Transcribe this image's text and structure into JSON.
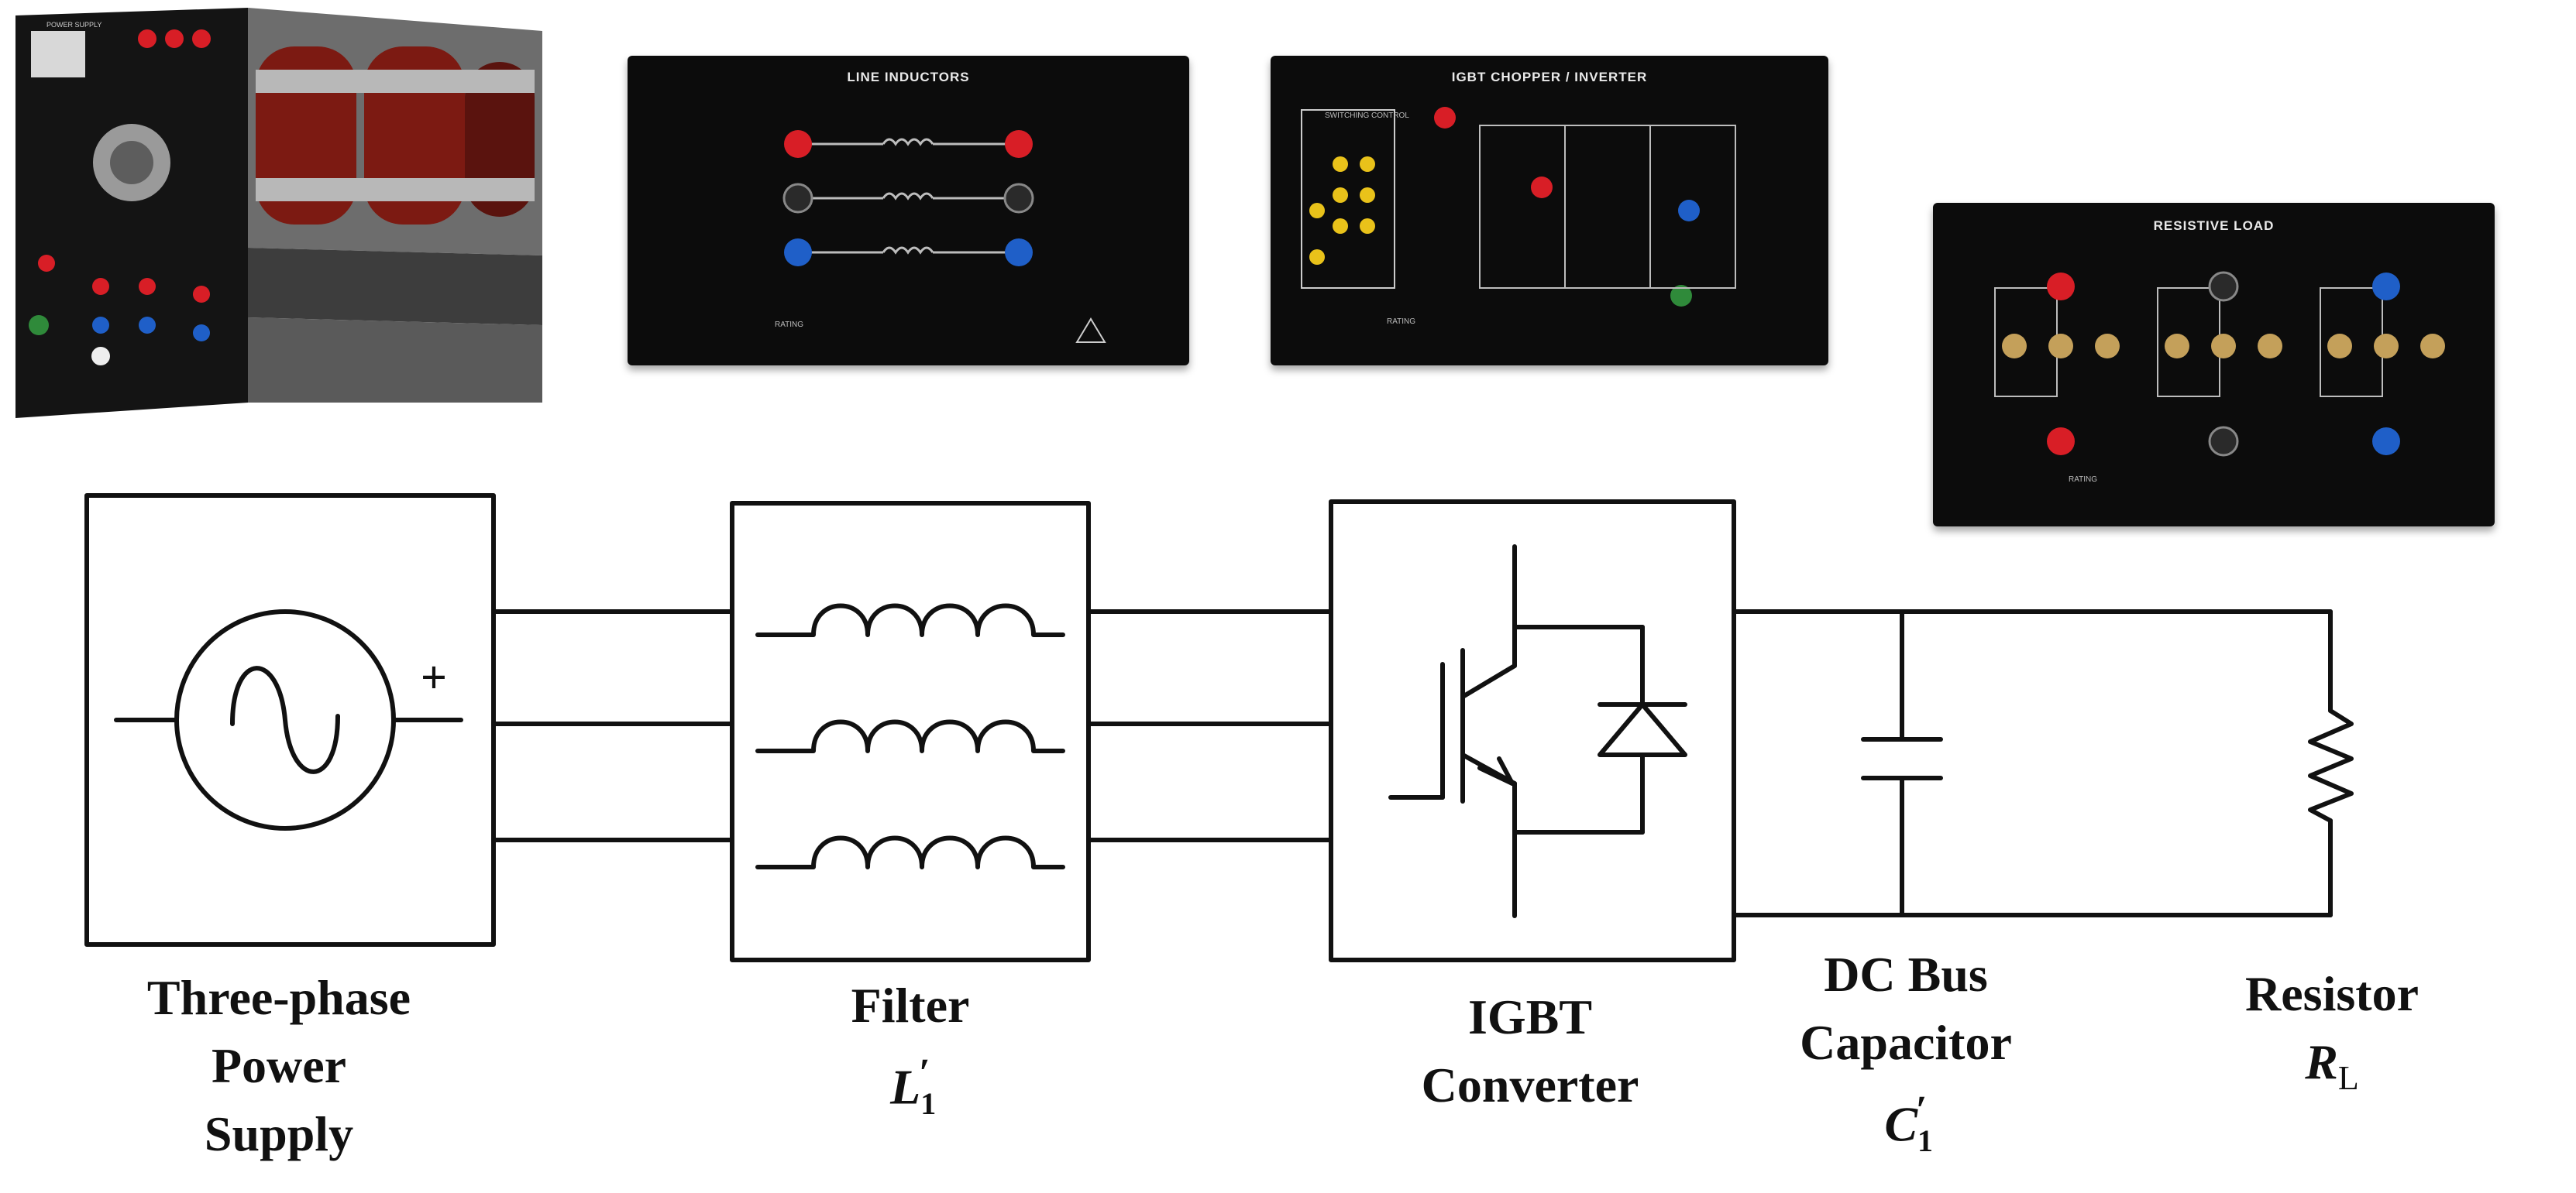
{
  "photos": {
    "power_supply": {
      "title": "POWER SUPPLY"
    },
    "line_inductors": {
      "title": "LINE INDUCTORS",
      "rating": "RATING"
    },
    "chopper": {
      "title": "IGBT CHOPPER / INVERTER",
      "switching": "SWITCHING CONTROL",
      "rating": "RATING"
    },
    "resistive_load": {
      "title": "RESISTIVE LOAD",
      "rating": "RATING"
    }
  },
  "diagram": {
    "supply": {
      "l1": "Three-phase",
      "l2": "Power",
      "l3": "Supply",
      "plus": "+"
    },
    "filter": {
      "l1": "Filter",
      "sym": "L",
      "sub": "1",
      "prime": "′"
    },
    "converter": {
      "l1": "IGBT",
      "l2": "Converter"
    },
    "capacitor": {
      "l1": "DC Bus",
      "l2": "Capacitor",
      "sym": "C",
      "sub": "1",
      "prime": "′"
    },
    "resistor": {
      "l1": "Resistor",
      "sym": "R",
      "sub": "L"
    }
  },
  "colors": {
    "line": "#111111",
    "panel": "#0c0c0c",
    "red": "#d81e26",
    "blue": "#1f5fc8",
    "yellow": "#e9c21a",
    "coil": "#8b1c14"
  }
}
